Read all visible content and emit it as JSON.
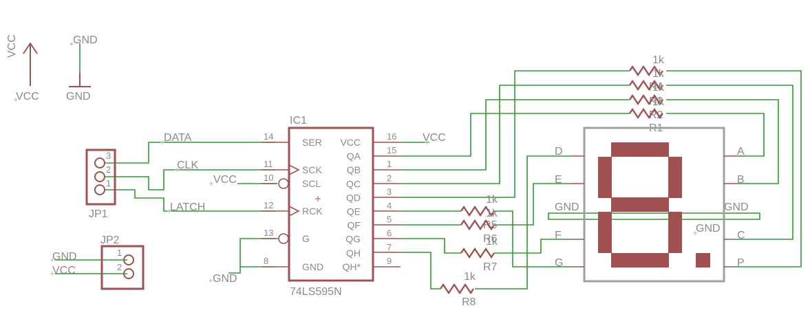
{
  "supply": {
    "vcc_vertical": "VCC",
    "gnd_top": "GND",
    "vcc_label": "VCC",
    "gnd_label": "GND"
  },
  "ic1": {
    "name": "IC1",
    "value": "74LS595N",
    "left_pins": [
      {
        "num": "14",
        "label": "SER"
      },
      {
        "num": "11",
        "label": "SCK"
      },
      {
        "num": "10",
        "label": "SCL"
      },
      {
        "num": "12",
        "label": "RCK"
      },
      {
        "num": "13",
        "label": "G"
      },
      {
        "num": "8",
        "label": "GND"
      }
    ],
    "right_pins": [
      {
        "num": "16",
        "label": "VCC"
      },
      {
        "num": "15",
        "label": "QA"
      },
      {
        "num": "1",
        "label": "QB"
      },
      {
        "num": "2",
        "label": "QC"
      },
      {
        "num": "3",
        "label": "QD"
      },
      {
        "num": "4",
        "label": "QE"
      },
      {
        "num": "5",
        "label": "QF"
      },
      {
        "num": "6",
        "label": "QG"
      },
      {
        "num": "7",
        "label": "QH"
      },
      {
        "num": "9",
        "label": "QH*"
      }
    ]
  },
  "jp1": {
    "name": "JP1",
    "pins": [
      "3",
      "2",
      "1"
    ]
  },
  "jp2": {
    "name": "JP2",
    "pins": [
      "1",
      "2"
    ]
  },
  "nets": {
    "data": "DATA",
    "clk": "CLK",
    "latch": "LATCH",
    "vcc_scl": "VCC",
    "vcc_ic": "VCC",
    "gnd_ic": "GND",
    "jp2_gnd": "GND",
    "jp2_vcc": "VCC"
  },
  "resistors": {
    "r1": {
      "name": "R1",
      "value": "1k"
    },
    "r2": {
      "name": "R2",
      "value": "1k"
    },
    "r3": {
      "name": "R3",
      "value": "1k"
    },
    "r4": {
      "name": "R4",
      "value": "1k"
    },
    "r5": {
      "name": "R5",
      "value": "1k"
    },
    "r6": {
      "name": "R6",
      "value": "1k"
    },
    "r7": {
      "name": "R7",
      "value": "1k"
    },
    "r8": {
      "name": "R8",
      "value": "1k"
    }
  },
  "display": {
    "left_pins": [
      "D",
      "E",
      "GND",
      "F",
      "G"
    ],
    "right_pins": [
      "A",
      "B",
      "GND",
      "C",
      "P"
    ],
    "gnd_label": "GND"
  },
  "colors": {
    "wire": "#2e9a2e",
    "symbol": "#a05050",
    "text": "#8a8a8a",
    "display_frame": "#a0a0a0",
    "background": "#ffffff"
  }
}
